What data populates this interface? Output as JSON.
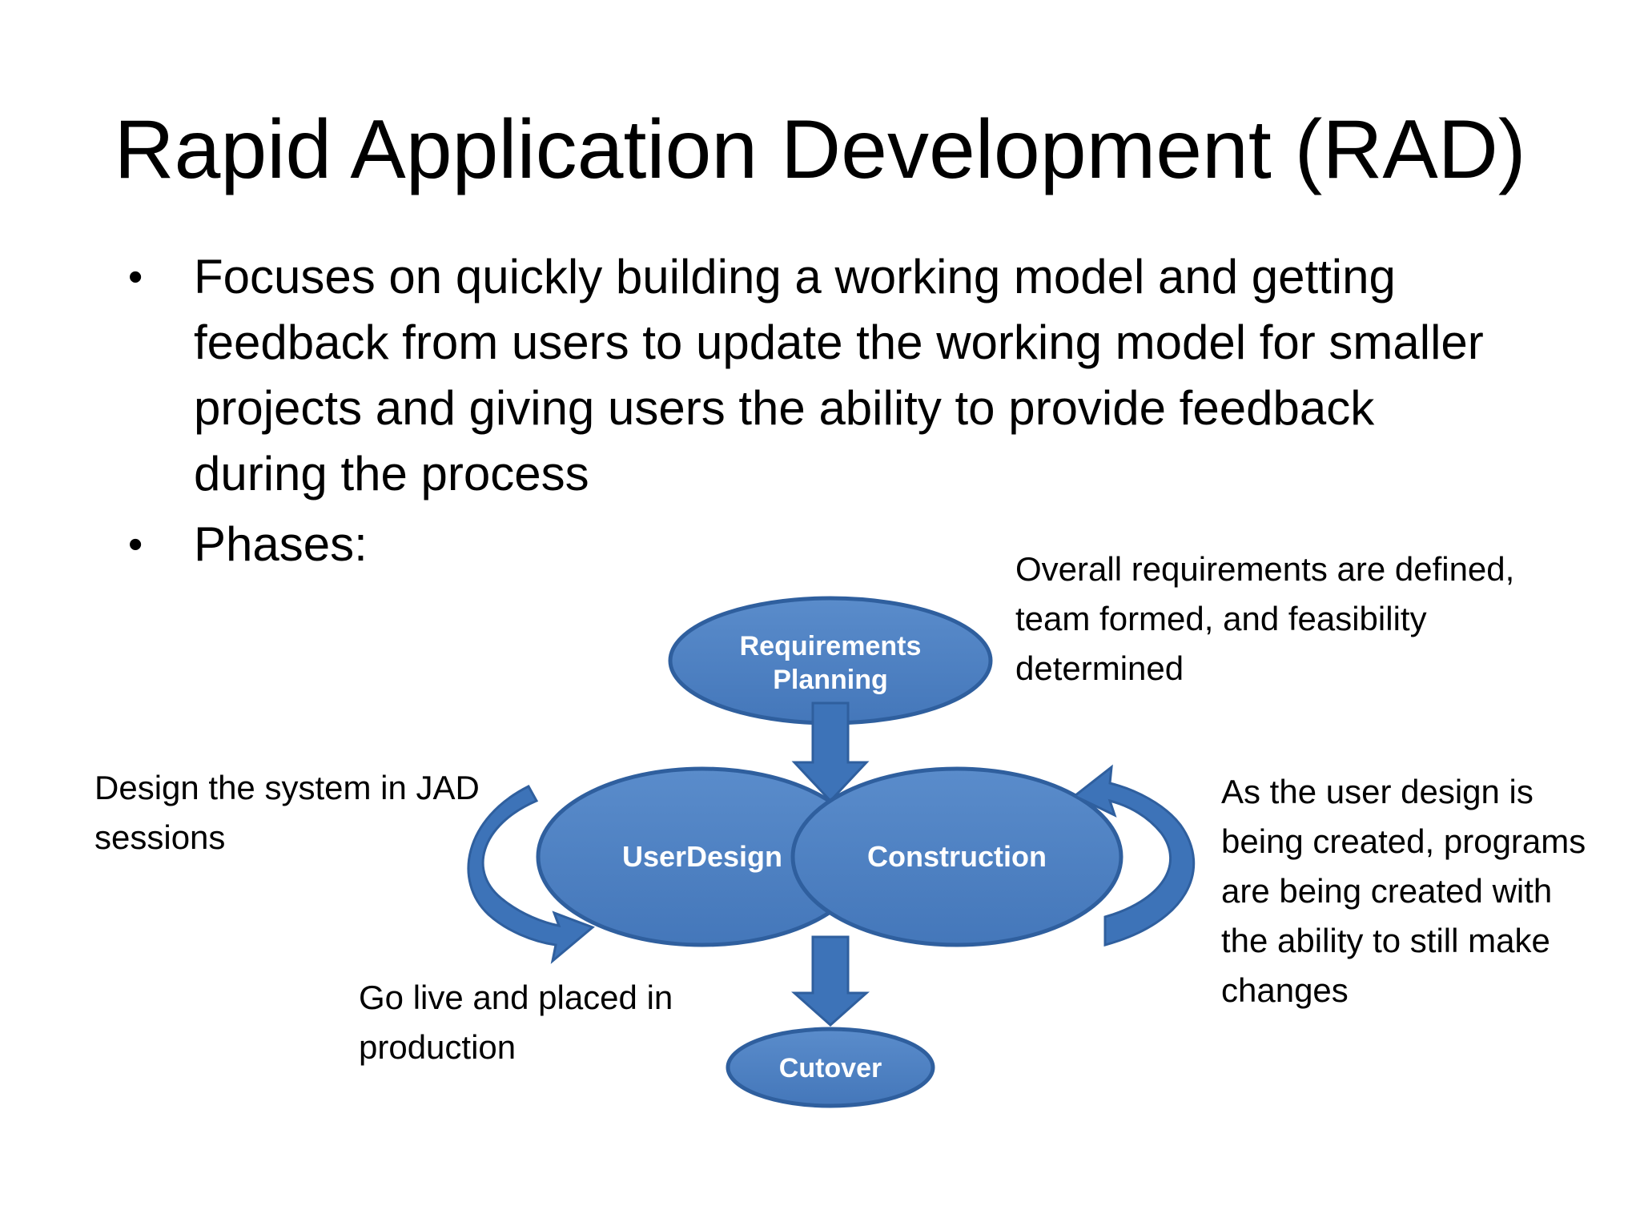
{
  "slide": {
    "title": "Rapid Application Development (RAD)",
    "bullets": [
      {
        "symbol": "•",
        "text": "Focuses on quickly building a working model and getting feedback from users to update the working model for smaller projects and giving users the ability to provide feedback during the process"
      },
      {
        "symbol": "•",
        "text": "Phases:"
      }
    ]
  },
  "diagram": {
    "phases": {
      "requirements_planning": {
        "line1": "Requirements",
        "line2": "Planning"
      },
      "user_design": "UserDesign",
      "construction": "Construction",
      "cutover": "Cutover"
    },
    "colors": {
      "ellipse_fill": "#4a7fc1",
      "ellipse_stroke": "#2f5f9e",
      "arrow_fill": "#3d73b8",
      "label_text": "#ffffff"
    }
  },
  "notes": {
    "requirements": "Overall requirements are defined, team formed, and feasibility determined",
    "design": "Design the system in JAD sessions",
    "construction": "As the user design is being created, programs are being created with the ability to still make changes",
    "cutover": "Go live and placed in production"
  }
}
